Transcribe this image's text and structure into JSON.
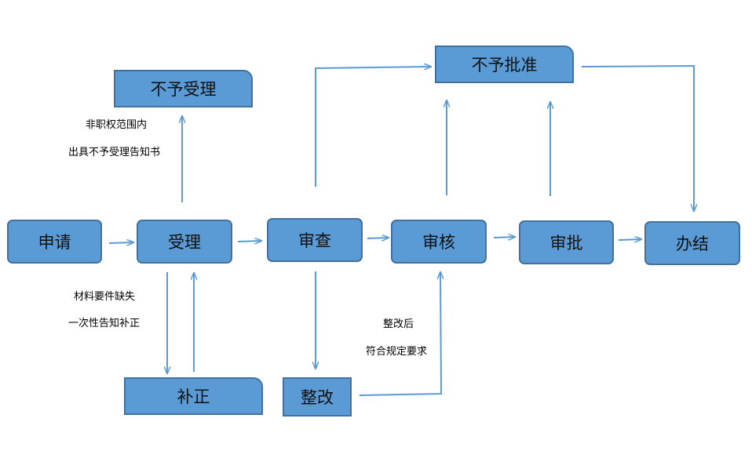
{
  "nodes": {
    "apply": "申请",
    "accept": "受理",
    "review": "审查",
    "audit": "审核",
    "approve": "审批",
    "complete": "办结",
    "supplement": "补正",
    "rectify": "整改",
    "reject_accept": "不予受理",
    "reject_approve": "不予批准"
  },
  "notes": {
    "out_of_scope": "非职权范围内",
    "issue_rejection": "出具不予受理告知书",
    "missing_materials": "材料要件缺失",
    "one_time_notice": "一次性告知补正",
    "after_rectify": "整改后",
    "meets_rules": "符合规定要求"
  },
  "colors": {
    "box_fill": "#5b9bd5",
    "box_border": "#41719c",
    "arrow": "#5b9bd5"
  }
}
